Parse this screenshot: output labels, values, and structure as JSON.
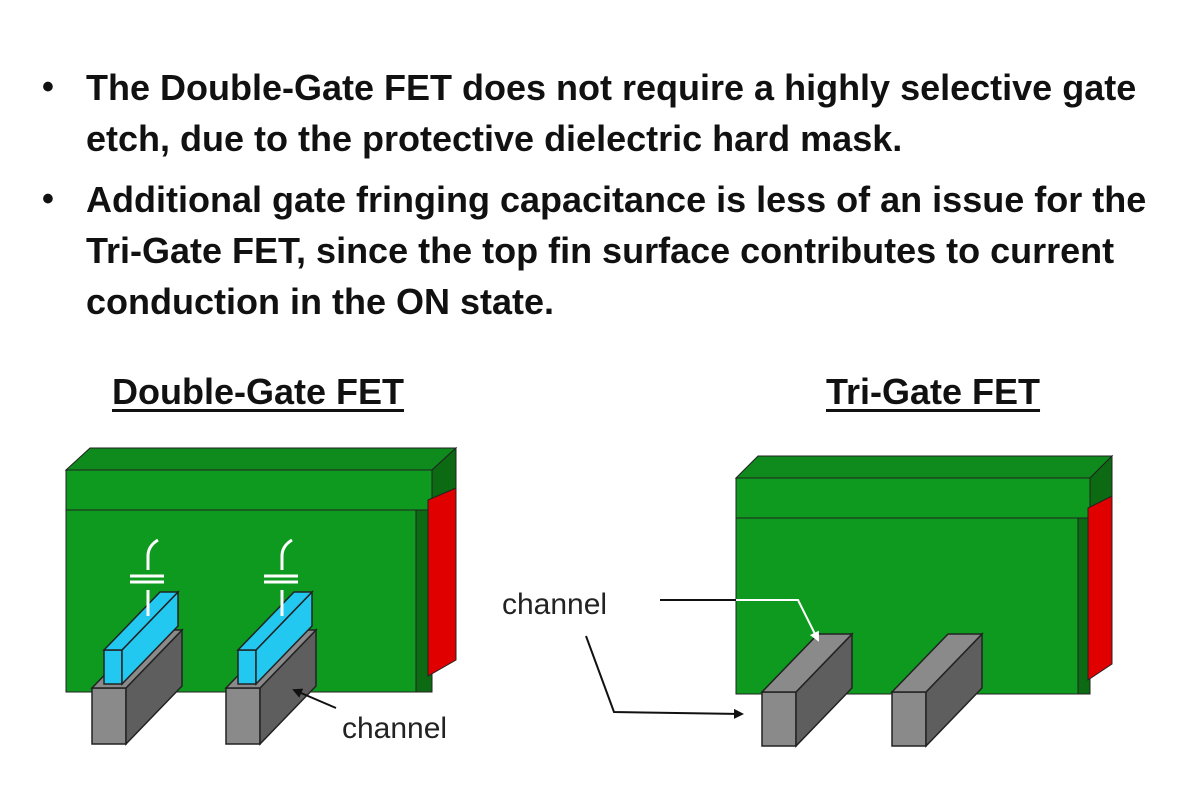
{
  "bullets": [
    "The Double-Gate FET does not require a highly selective gate etch, due to the protective dielectric hard mask.",
    "Additional gate fringing capacitance is less of an issue for the Tri-Gate FET, since the top fin surface contributes to current conduction in the ON state."
  ],
  "diagrams": {
    "double_gate": {
      "title": "Double-Gate FET",
      "channel_label": "channel"
    },
    "tri_gate": {
      "title": "Tri-Gate FET",
      "channel_label": "channel"
    }
  },
  "colors": {
    "gate_front": "#0d9a1e",
    "gate_top": "#0f8a1c",
    "gate_side": "#0b6a12",
    "contact_side": "#e00000",
    "fin_front": "#8a8a8a",
    "fin_side": "#5e5e5e",
    "hard_mask": "#22c8f0"
  }
}
